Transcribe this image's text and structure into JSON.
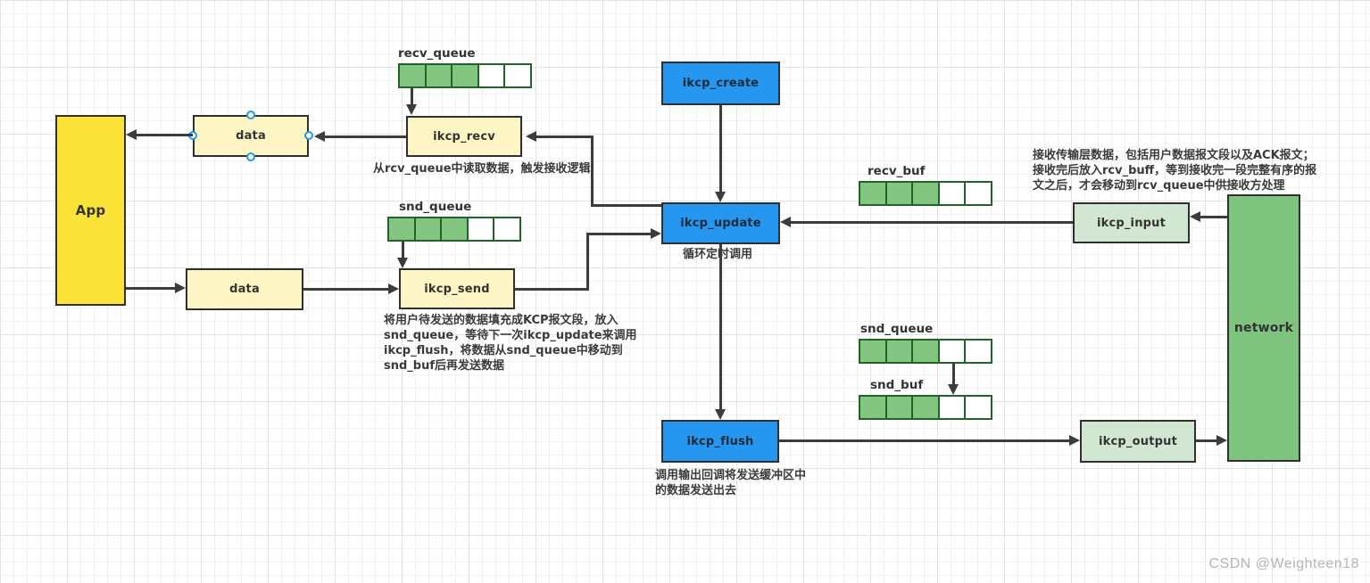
{
  "diagram": {
    "nodes": {
      "app": {
        "label": "App"
      },
      "data_top": {
        "label": "data"
      },
      "data_bottom": {
        "label": "data"
      },
      "ikcp_recv": {
        "label": "ikcp_recv"
      },
      "ikcp_send": {
        "label": "ikcp_send"
      },
      "ikcp_create": {
        "label": "ikcp_create"
      },
      "ikcp_update": {
        "label": "ikcp_update"
      },
      "ikcp_flush": {
        "label": "ikcp_flush"
      },
      "ikcp_input": {
        "label": "ikcp_input"
      },
      "ikcp_output": {
        "label": "ikcp_output"
      },
      "network": {
        "label": "network"
      }
    },
    "queues": {
      "recv_queue": {
        "label": "recv_queue",
        "total": 5,
        "filled": 3
      },
      "snd_queue_left": {
        "label": "snd_queue",
        "total": 5,
        "filled": 3
      },
      "recv_buf": {
        "label": "recv_buf",
        "total": 5,
        "filled": 3
      },
      "snd_queue_right": {
        "label": "snd_queue",
        "total": 5,
        "filled": 3
      },
      "snd_buf": {
        "label": "snd_buf",
        "total": 5,
        "filled": 3
      }
    },
    "annotations": {
      "recv_note": "从rcv_queue中读取数据，触发接收逻辑",
      "update_note": "循环定时调用",
      "send_note": "将用户待发送的数据填充成KCP报文段，放入\nsnd_queue，等待下一次ikcp_update来调用\nikcp_flush，将数据从snd_queue中移动到\nsnd_buf后再发送数据",
      "flush_note": "调用输出回调将发送缓冲区中\n的数据发送出去",
      "input_note": "接收传输层数据，包括用户数据报文段以及ACK报文；\n接收完后放入rcv_buff，等到接收完一段完整有序的报\n文之后，才会移动到rcv_queue中供接收方处理"
    },
    "colors": {
      "node_blue": "#2597F0",
      "node_yellow": "#FBE338",
      "node_light_yellow": "#FDF6C4",
      "node_light_green": "#D2E7D1",
      "node_green": "#7EC37E",
      "cell_green": "#82C682",
      "cell_border": "#226327",
      "arrow": "#3c3c3c"
    },
    "watermark": "CSDN @Weighteen18"
  }
}
